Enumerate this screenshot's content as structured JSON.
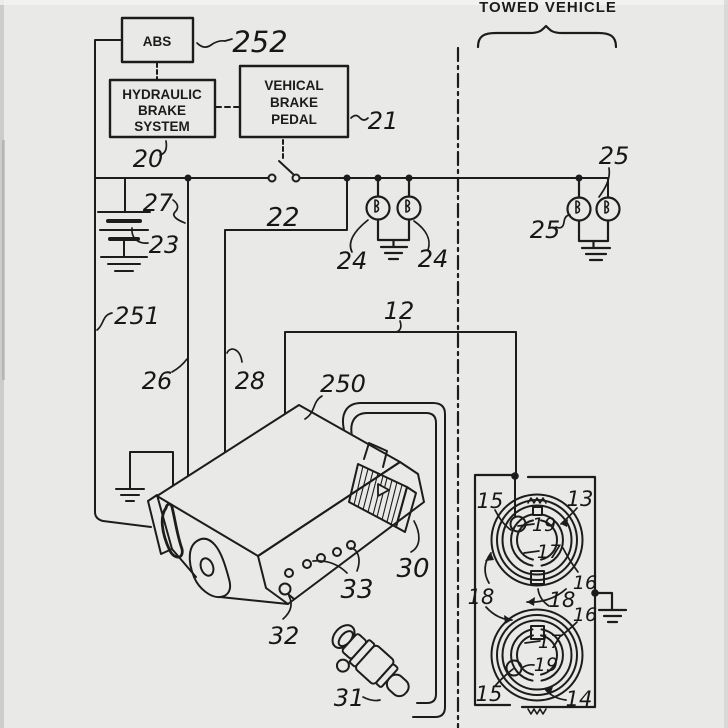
{
  "page": {
    "type": "patent-style brake system wiring diagram",
    "background_color": "#e9e9e7",
    "ink_color": "#1c1c1c"
  },
  "header": {
    "region_label": "TOWED VEHICLE"
  },
  "boxes": {
    "abs": {
      "label": "ABS"
    },
    "hydraulic": {
      "line1": "HYDRAULIC",
      "line2": "BRAKE",
      "line3": "SYSTEM"
    },
    "pedal": {
      "line1": "VEHICAL",
      "line2": "BRAKE",
      "line3": "PEDAL"
    }
  },
  "labels": {
    "l12": "12",
    "l13": "13",
    "l14": "14",
    "l15a": "15",
    "l15b": "15",
    "l16a": "16",
    "l16b": "16",
    "l17a": "17",
    "l17b": "17",
    "l18a": "18",
    "l18b": "18",
    "l19a": "19",
    "l19b": "19",
    "l20": "20",
    "l21": "21",
    "l22": "22",
    "l23": "23",
    "l24a": "24",
    "l24b": "24",
    "l25a": "25",
    "l25b": "25",
    "l26": "26",
    "l27": "27",
    "l28": "28",
    "l30": "30",
    "l31": "31",
    "l32": "32",
    "l33": "33",
    "l250": "250",
    "l251": "251",
    "l252": "252"
  },
  "symbols": {
    "ground_count": 5,
    "lamp_count": 4,
    "junction_dots": 7,
    "switch": "normally-open contact with dashed pedal actuator",
    "separator": "vertical dash-dot line between towing and towed vehicle"
  }
}
